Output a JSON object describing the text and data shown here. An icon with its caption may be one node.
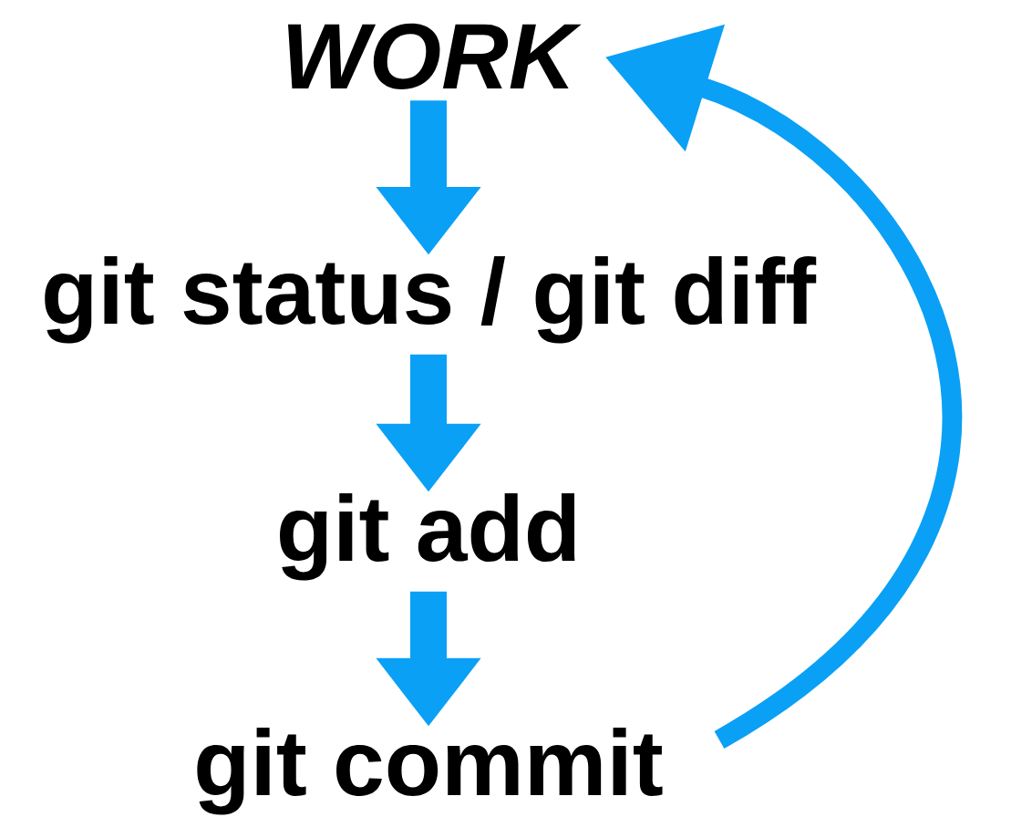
{
  "diagram": {
    "nodes": [
      {
        "text": [
          "WORK"
        ]
      },
      {
        "text": [
          "git status / git diff"
        ]
      },
      {
        "text": [
          "git add"
        ]
      },
      {
        "text": [
          "git commit"
        ]
      }
    ],
    "edges": [
      {
        "from": 0,
        "to": 1,
        "arrow": "to"
      },
      {
        "from": 1,
        "to": 2,
        "arrow": "to"
      },
      {
        "from": 2,
        "to": 3,
        "arrow": "to"
      },
      {
        "from": 3,
        "to": 0,
        "arrow": "to"
      }
    ]
  }
}
